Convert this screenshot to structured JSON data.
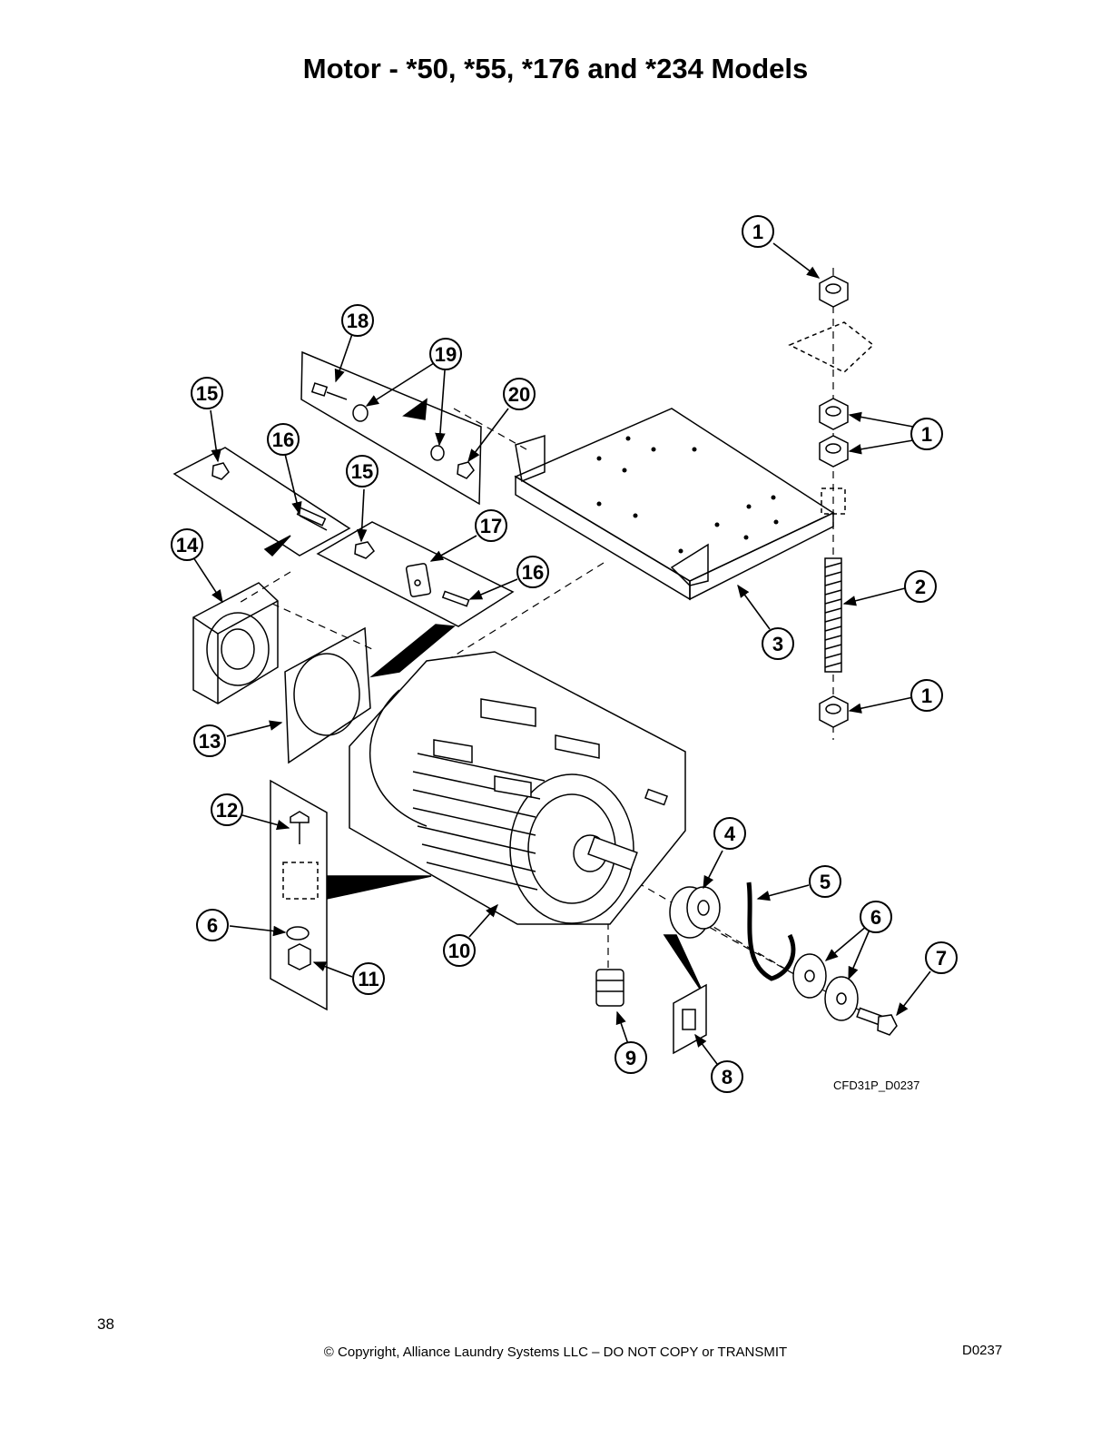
{
  "page": {
    "title": "Motor - *50, *55, *176 and *234 Models",
    "page_number": "38",
    "copyright": "© Copyright, Alliance Laundry Systems LLC – DO NOT COPY or TRANSMIT",
    "document_code": "D0237",
    "figure_id": "CFD31P_D0237"
  },
  "callouts": [
    {
      "id": "c1a",
      "label": "1"
    },
    {
      "id": "c1b",
      "label": "1"
    },
    {
      "id": "c1c",
      "label": "1"
    },
    {
      "id": "c2",
      "label": "2"
    },
    {
      "id": "c3",
      "label": "3"
    },
    {
      "id": "c4",
      "label": "4"
    },
    {
      "id": "c5",
      "label": "5"
    },
    {
      "id": "c6a",
      "label": "6"
    },
    {
      "id": "c6b",
      "label": "6"
    },
    {
      "id": "c7",
      "label": "7"
    },
    {
      "id": "c8",
      "label": "8"
    },
    {
      "id": "c9",
      "label": "9"
    },
    {
      "id": "c10",
      "label": "10"
    },
    {
      "id": "c11",
      "label": "11"
    },
    {
      "id": "c12",
      "label": "12"
    },
    {
      "id": "c13",
      "label": "13"
    },
    {
      "id": "c14",
      "label": "14"
    },
    {
      "id": "c15a",
      "label": "15"
    },
    {
      "id": "c15b",
      "label": "15"
    },
    {
      "id": "c16a",
      "label": "16"
    },
    {
      "id": "c16b",
      "label": "16"
    },
    {
      "id": "c17",
      "label": "17"
    },
    {
      "id": "c18",
      "label": "18"
    },
    {
      "id": "c19",
      "label": "19"
    },
    {
      "id": "c20",
      "label": "20"
    }
  ]
}
